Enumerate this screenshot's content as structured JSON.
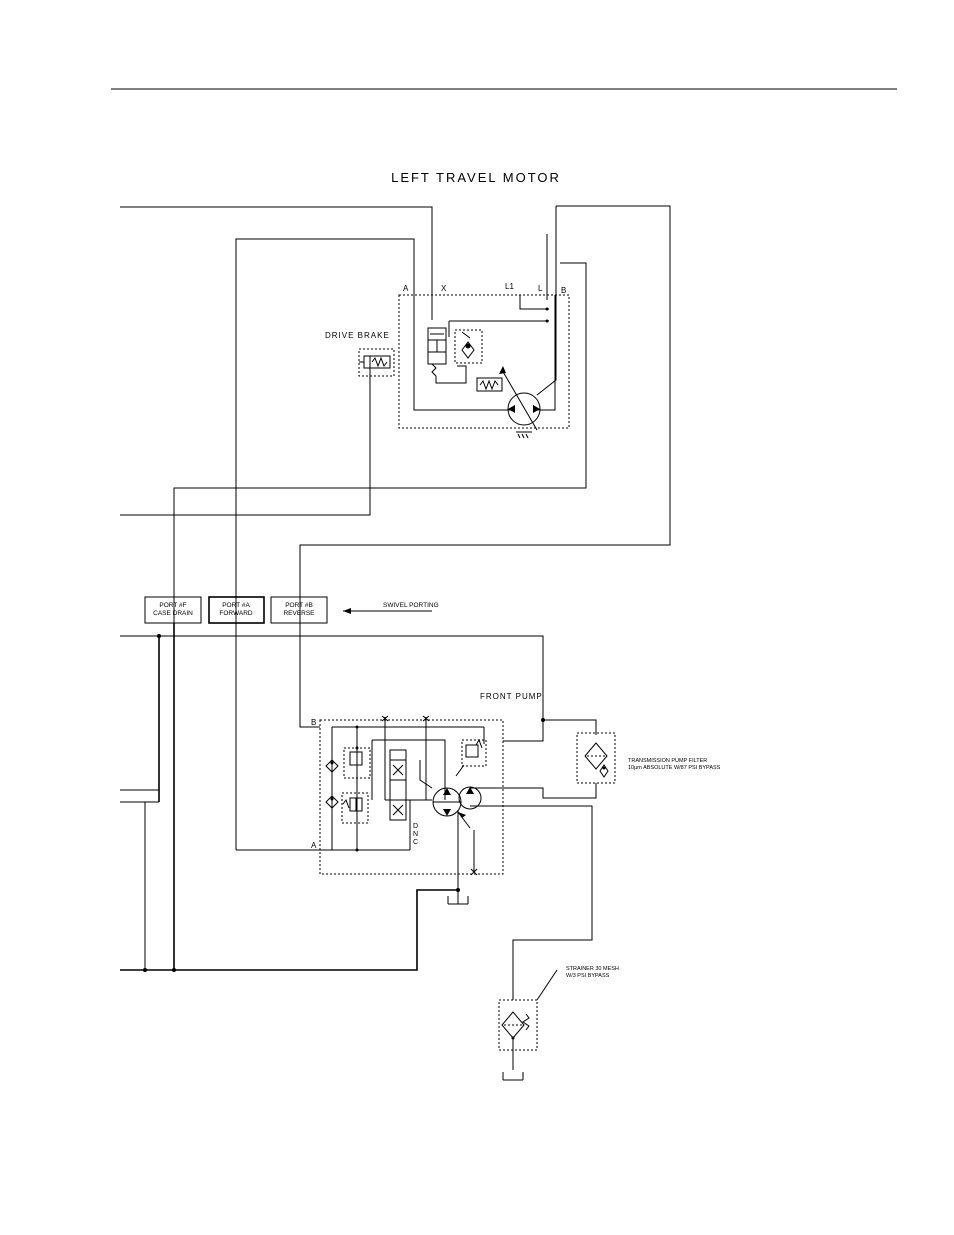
{
  "diagram": {
    "title": "LEFT TRAVEL MOTOR",
    "motor_ports": {
      "a": "A",
      "x": "X",
      "l1": "L1",
      "l": "L",
      "b": "B"
    },
    "drive_brake": "DRIVE BRAKE",
    "swivel_ports": [
      {
        "id": "f",
        "line1": "PORT #F",
        "line2": "CASE DRAIN"
      },
      {
        "id": "a",
        "line1": "PORT #A",
        "line2": "FORWARD"
      },
      {
        "id": "b",
        "line1": "PORT #B",
        "line2": "REVERSE"
      }
    ],
    "swivel_porting": "SWIVEL PORTING",
    "front_pump": "FRONT PUMP",
    "pump_ports": {
      "b": "B",
      "a": "A"
    },
    "dnc": [
      "D",
      "N",
      "C"
    ],
    "filter": {
      "line1": "TRANSMISSION PUMP FILTER",
      "line2": "10μm ABSOLUTE W/87 PSI BYPASS"
    },
    "strainer": {
      "line1": "STRAINER 30 MESH",
      "line2": "W/3 PSI BYPASS"
    }
  }
}
